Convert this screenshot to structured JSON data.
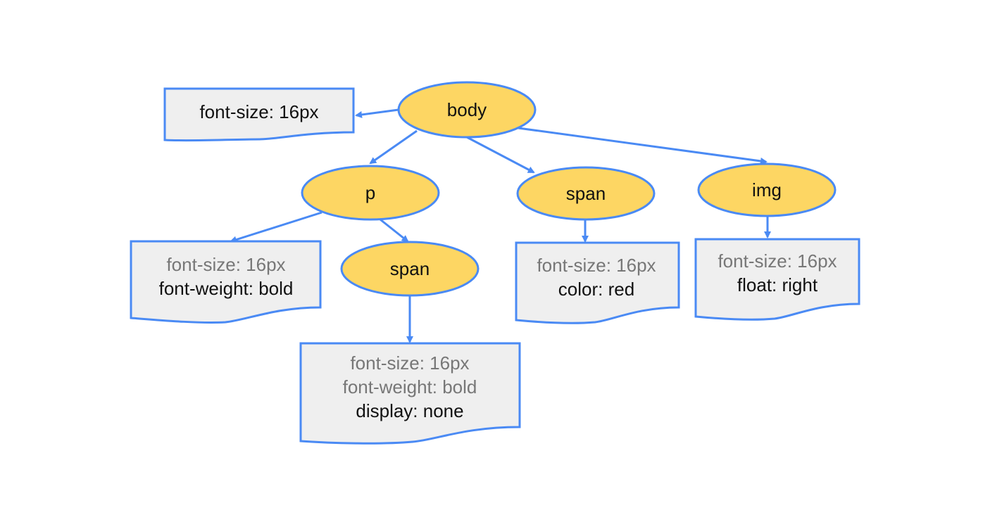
{
  "colors": {
    "node_fill": "#fdd663",
    "stroke": "#4a8af4",
    "box_fill": "#efefef",
    "inherited_text": "#777777",
    "own_text": "#111111"
  },
  "nodes": {
    "body": "body",
    "p": "p",
    "span_under_body": "span",
    "img": "img",
    "span_under_p": "span"
  },
  "style_boxes": {
    "body": [
      {
        "text": "font-size: 16px",
        "inherited": false
      }
    ],
    "p": [
      {
        "text": "font-size: 16px",
        "inherited": true
      },
      {
        "text": "font-weight: bold",
        "inherited": false
      }
    ],
    "span_under_p": [
      {
        "text": "font-size: 16px",
        "inherited": true
      },
      {
        "text": "font-weight: bold",
        "inherited": true
      },
      {
        "text": "display: none",
        "inherited": false
      }
    ],
    "span_under_body": [
      {
        "text": "font-size: 16px",
        "inherited": true
      },
      {
        "text": "color: red",
        "inherited": false
      }
    ],
    "img": [
      {
        "text": "font-size: 16px",
        "inherited": true
      },
      {
        "text": "float: right",
        "inherited": false
      }
    ]
  }
}
